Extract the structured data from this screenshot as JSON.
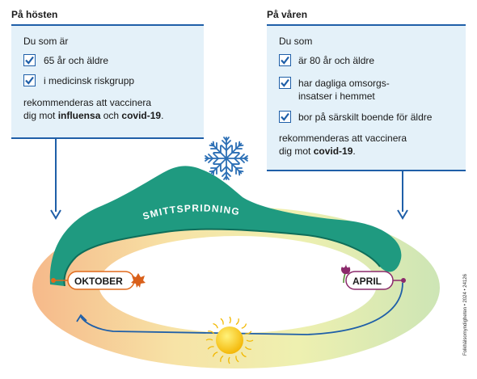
{
  "autumn": {
    "title": "På hösten",
    "intro": "Du som är",
    "items": [
      "65 år och äldre",
      "i medicinsk riskgrupp"
    ],
    "recommend_line1": "rekommenderas att vaccinera",
    "recommend_prefix": "dig mot ",
    "recommend_bold1": "influensa",
    "recommend_mid": " och ",
    "recommend_bold2": "covid-19",
    "recommend_end": "."
  },
  "spring": {
    "title": "På våren",
    "intro": "Du som",
    "items": [
      "är 80 år och äldre",
      "har dagliga omsorgs-",
      "insatser i hemmet",
      "bor på särskilt boende för äldre"
    ],
    "recommend_line1": "rekommenderas att vaccinera",
    "recommend_prefix": "dig mot ",
    "recommend_bold": "covid-19",
    "recommend_end": "."
  },
  "cycle": {
    "spread_label": "SMITTSPRIDNING",
    "october_label": "OKTOBER",
    "april_label": "APRIL"
  },
  "credit": "Folkhälsomyndigheten • 2024 • 24126",
  "colors": {
    "accent_blue": "#1f5fa8",
    "panel_fill": "#e4f1f9",
    "wave_green": "#1f9a80",
    "october_orange": "#e06a1c",
    "april_purple": "#8b2a6b",
    "sun_yellow": "#f6c200"
  }
}
